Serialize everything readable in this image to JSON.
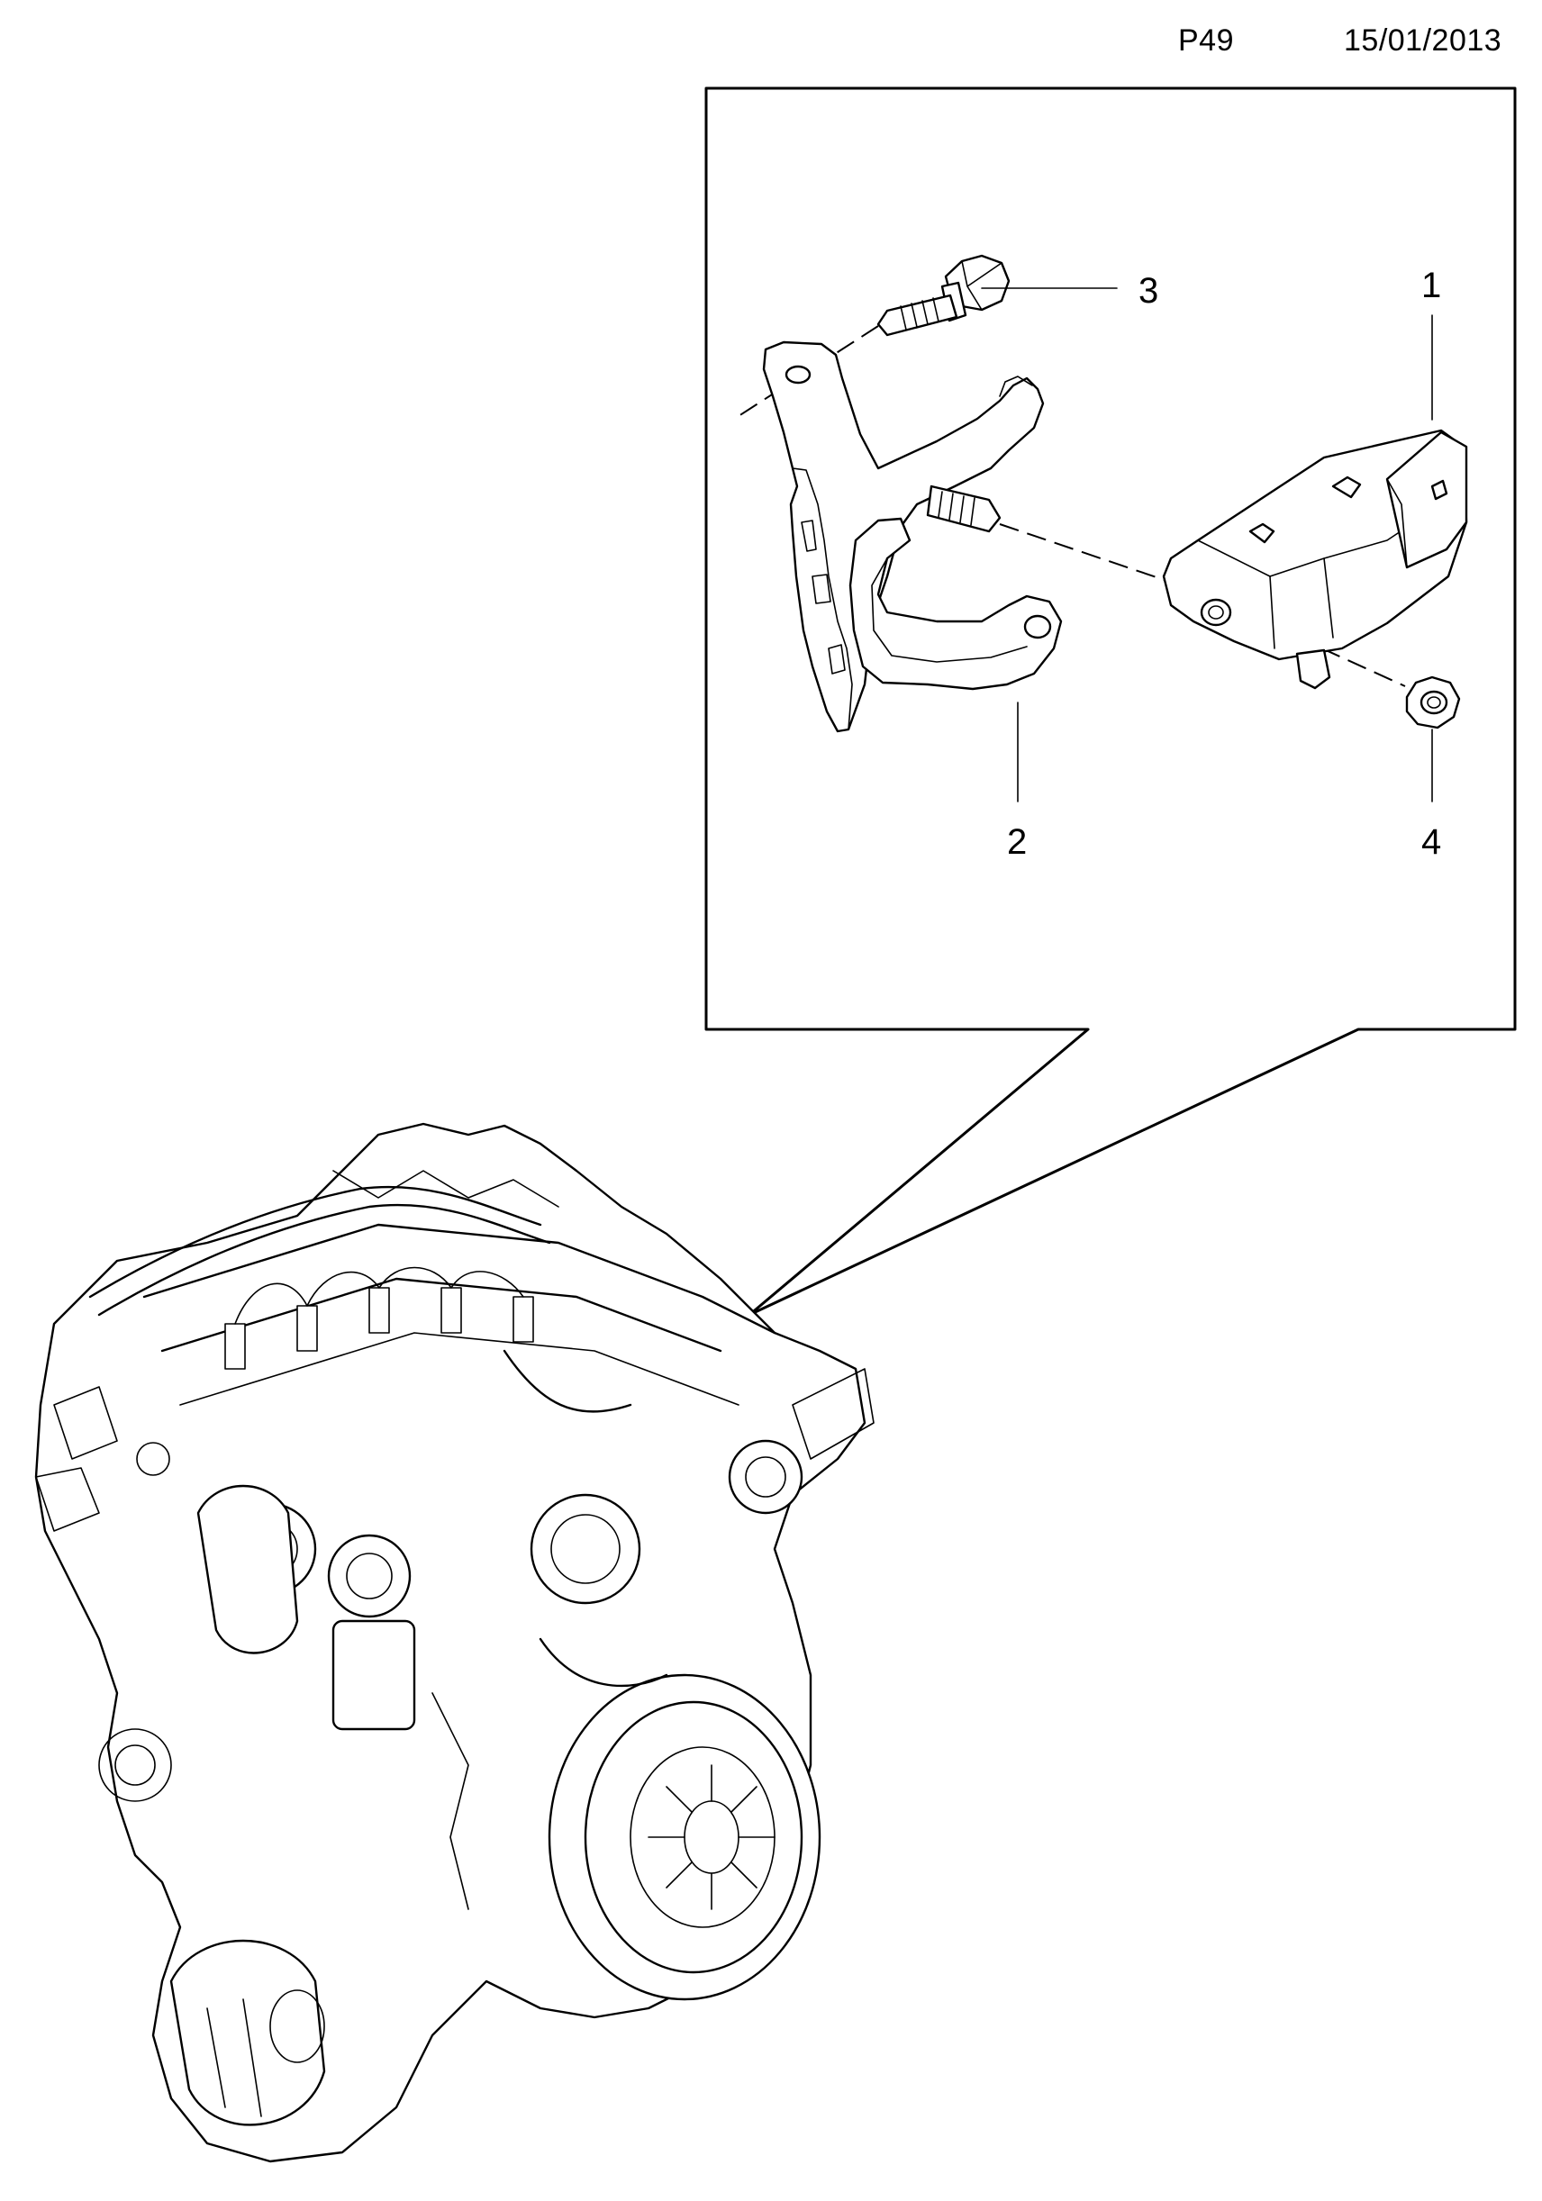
{
  "header": {
    "page_code": "P49",
    "date": "15/01/2013"
  },
  "callouts": [
    {
      "number": "1",
      "icon": "pressure-sensor"
    },
    {
      "number": "2",
      "icon": "mounting-bracket"
    },
    {
      "number": "3",
      "icon": "flange-bolt"
    },
    {
      "number": "4",
      "icon": "flange-nut"
    }
  ],
  "colors": {
    "line": "#000000",
    "background": "#ffffff"
  }
}
